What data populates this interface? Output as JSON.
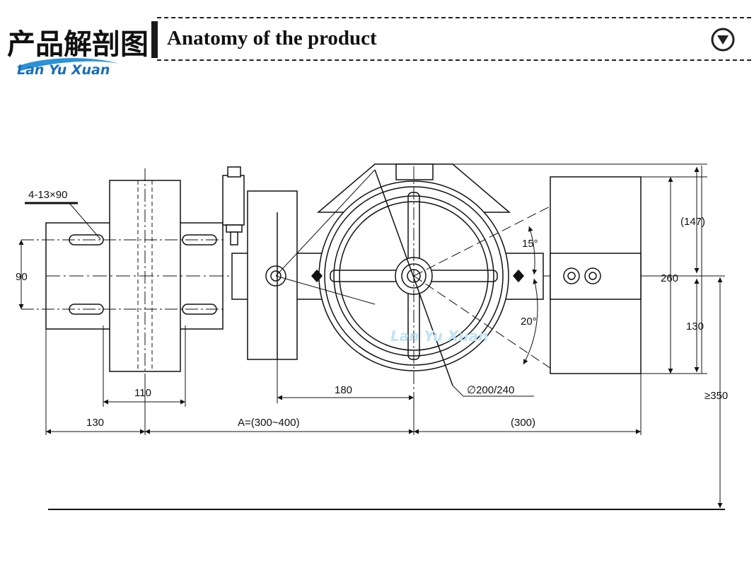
{
  "header": {
    "title_cn": "产品解剖图",
    "title_en": "Anatomy of the product"
  },
  "brand": {
    "name": "Lan Yu Xuan",
    "color": "#1b6fb5"
  },
  "watermark": {
    "text": "Lan Yu Xuan"
  },
  "icons": {
    "down": "chevron-down-circle-icon"
  },
  "dimensions": {
    "hole_spec": "4-13×90",
    "hole_spacing": "90",
    "slot_width": "110",
    "base_length": "130",
    "center_distance": "A=(300~400)",
    "pulley_offset": "180",
    "weight_length": "(300)",
    "diameter": "∅200/240",
    "angle_upper": "15°",
    "angle_lower": "20°",
    "weight_top": "(147)",
    "weight_total": "260",
    "weight_bottom": "130",
    "min_height": "≥350"
  }
}
